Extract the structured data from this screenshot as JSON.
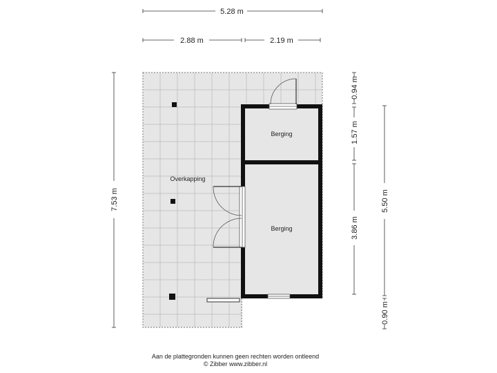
{
  "dimensions": {
    "top_total": "5.28 m",
    "top_left": "2.88 m",
    "top_right": "2.19 m",
    "left_total": "7.53 m",
    "right_top": "0.94 m",
    "right_mid": "1.57 m",
    "right_low": "3.86 m",
    "right_far_total": "5.50 m",
    "right_far_bottom": "0.90 m"
  },
  "rooms": {
    "covered_area": "Overkapping",
    "storage_top": "Berging",
    "storage_bottom": "Berging"
  },
  "footer": {
    "disclaimer": "Aan de plattegronden kunnen geen rechten worden ontleend",
    "copyright": "© Zibber www.zibber.nl"
  }
}
